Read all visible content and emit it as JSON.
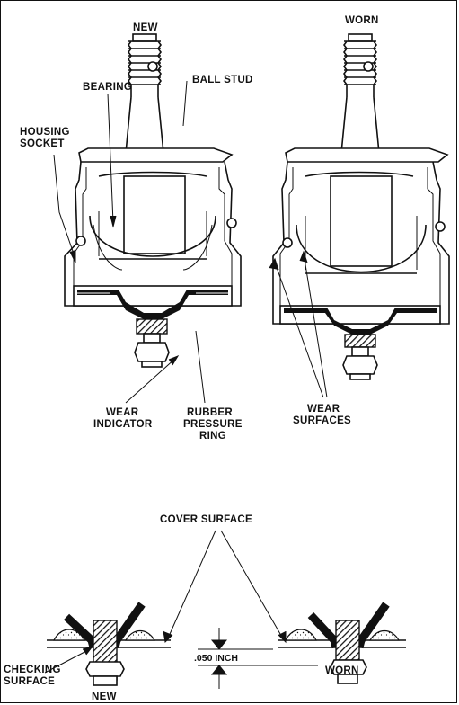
{
  "labels": {
    "new_top": "NEW",
    "worn_top": "WORN",
    "bearing": "BEARING",
    "ball_stud": "BALL STUD",
    "housing": "HOUSING",
    "socket": "SOCKET",
    "wear": "WEAR",
    "indicator": "INDICATOR",
    "rubber": "RUBBER",
    "pressure": "PRESSURE",
    "ring": "RING",
    "wear2": "WEAR",
    "surfaces": "SURFACES",
    "cover_surface": "COVER SURFACE",
    "gap": ".050 INCH",
    "checking": "CHECKING",
    "surface": "SURFACE",
    "new_bottom": "NEW",
    "worn_bottom": "WORN"
  }
}
